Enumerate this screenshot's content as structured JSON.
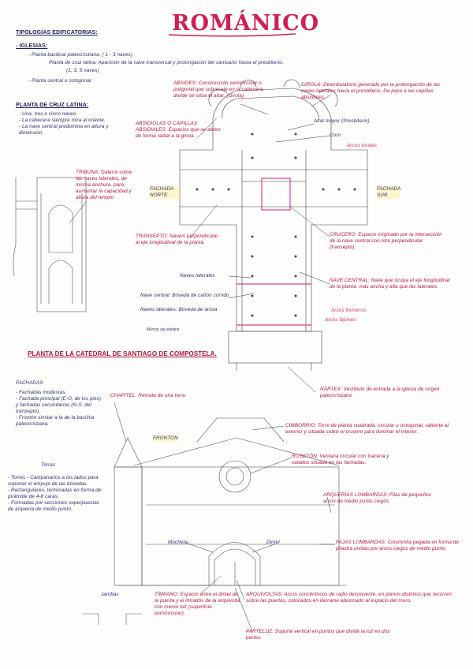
{
  "title": "ROMÁNICO",
  "typologies": {
    "heading": "TIPOLOGÍAS EDIFICATORIAS:",
    "subheading": "- IGLESIAS:",
    "item1": "- Planta basilical paleocristiana. ( 1 - 3 naves)",
    "item2": "Planta de cruz latina: Aparición de la nave transversal y prolongación del santuario hasta el presbiterio.",
    "item2b": "(1, 3, 5 naves)",
    "item3": "- Planta central u octogonal"
  },
  "latin_cross": {
    "heading": "PLANTA DE CRUZ LATINA:",
    "items": "- Una, tres o cinco naves.\n- La cabecera siempre mira al oriente.\n- La nave central predomina en altura y dimensión."
  },
  "tribuna": "TRIBUNA: Galería sobre las naves laterales, de misma anchura, para aumentar la capacidad y altura del templo",
  "plan_labels": {
    "absides": "ABSIDES: Construcción semicircular o poligonal que sobresale en la cabecera, donde se sitúa el altar. (Girola)",
    "absidiolas": "ABSIDIOLAS O CAPILLAS ABSIDIALES: Espacios que se abren de forma radial a la girola.",
    "girola": "GIROLA: Deambulatorio generado por la prolongación de las naves laterales hacia el presbiterio. Da paso a las capillas absidiales.",
    "altar_mayor": "Altar mayor (Presbiterio)",
    "coro": "Coro",
    "arcos_torales": "Arcos torales",
    "fachada_norte": "FACHADA NORTE",
    "fachada_sur": "FACHADA SUR",
    "transepto": "TRANSEPTO: Nave/s perpendicular al eje longitudinal de la planta.",
    "crucero": "CRUCERO: Espacio originado por la intersección de la nave central con otra perpendicular (transepto).",
    "naves_laterales": "Naves laterales",
    "nave_central_bov": "Nave central: Bóveda de cañón corrido",
    "naves_laterales_bov": "Naves laterales: Bóveda de arista",
    "muros": "Muros de piedra",
    "nave_central": "NAVE CENTRAL: Nave que ocupa el eje longitudinal de la planta, más ancha y alta que las laterales.",
    "arcos_formeros": "Arcos formeros",
    "arcos_fajones": "Arcos fajones",
    "nartex": "NÁRTEX: Vestíbulo de entrada a la iglesia de origen paleocristiano."
  },
  "santiago": {
    "heading": "PLANTA DE LA CATEDRAL DE SANTIAGO DE COMPOSTELA.",
    "fachadas_head": "FACHADAS",
    "fachadas_items": "- Fachadas modestas.\n- Fachada principal (E-O, de los pies) y fachadas secundarias (N-S, del transepto).\n- Frontón similar a la de la basílica paleocristiana.",
    "torres_label": "Torres",
    "torres_text": "- Torres - Campanarios a los lados para soportar el empuje de las bóvedas.\n- Rectangulares, terminadas en forma de pirámide de 4-8 caras.\n- Formadas por secciones superpuestas de arquería de medio punto.",
    "chapitel": "CHAPITEL: Remate de una torre.",
    "fronton": "FRONTÓN",
    "cimborrio": "CIMBORRIO: Torre de planta cuadrada, circular u octogonal, saliente al exterior y situada sobre el crucero para iluminar el interior.",
    "roseton": "ROSETÓN: Ventana circular con tracería y calados situada en las fachadas.",
    "arquerias": "ARQUERÍAS LOMBARDAS: Filas de pequeños arcos de medio punto ciegos.",
    "fajas": "FAJAS LOMBARDAS: Columnilla pegada en forma de pilastra unidas por arcos ciegos de medio punto.",
    "mocheta": "Mocheta",
    "dintel": "Dintel",
    "jambas": "Jambas",
    "timpano": "TÍMPANO: Espacio entre el dintel de la puerta y el intradós de la arquivolta con menor luz (superficie semicircular).",
    "arquivoltas": "ARQUIVOLTAS: Arcos concéntricos de radio decreciente, en planos distintos que recorren sobre las puertas, colocados en derrame abocinado al espacio del muro.",
    "parteluz": "PARTELUZ: Soporte vertical en puntos que divide la luz en dos partes."
  },
  "colors": {
    "ink": "#2b2f6b",
    "red": "#b3123f",
    "pink": "#d11e55"
  }
}
